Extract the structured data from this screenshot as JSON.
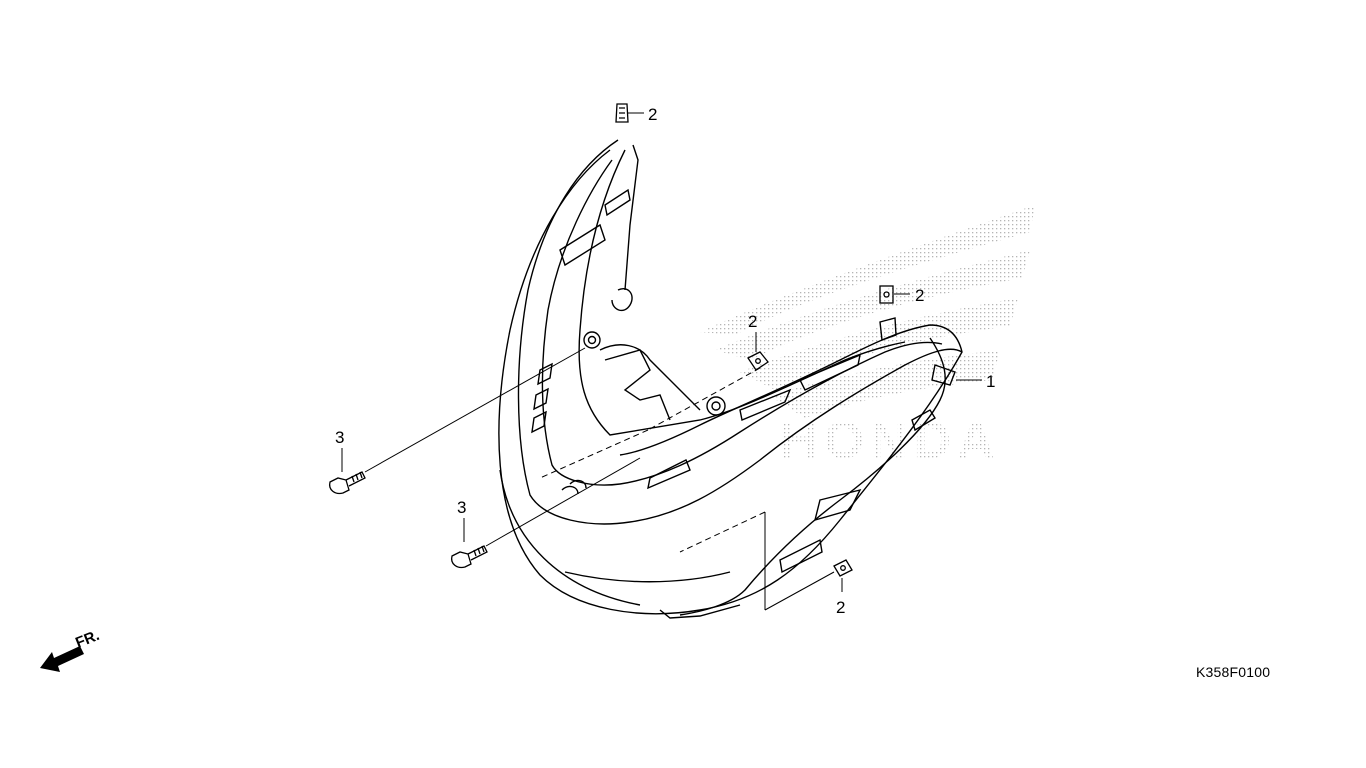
{
  "diagram_code": "K358F0100",
  "direction_label": "FR.",
  "watermark_text": "HONDA",
  "callouts": [
    {
      "id": "part-1-cover",
      "label": "1"
    },
    {
      "id": "part-2-top-clip",
      "label": "2"
    },
    {
      "id": "part-2-right-nut",
      "label": "2"
    },
    {
      "id": "part-2-center-nut",
      "label": "2"
    },
    {
      "id": "part-2-bottom-nut",
      "label": "2"
    },
    {
      "id": "part-3-left-screw",
      "label": "3"
    },
    {
      "id": "part-3-lower-screw",
      "label": "3"
    }
  ],
  "colors": {
    "line": "#000000",
    "watermark": "#b5b5b5",
    "background": "#ffffff"
  }
}
